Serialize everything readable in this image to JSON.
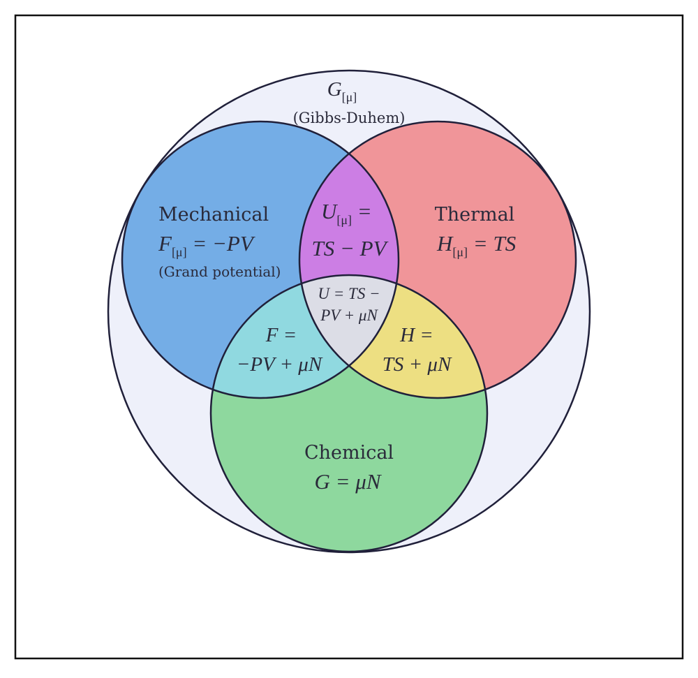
{
  "colors": {
    "outer": "#eef0fa",
    "mechanical": "#74ade6",
    "thermal": "#f09599",
    "chemical": "#8ed89e",
    "mech_thermal": "#cc7ee4",
    "mech_chem": "#90d9e0",
    "thermal_chem": "#eddf82",
    "center": "#dcdde6",
    "stroke": "#20203a"
  },
  "outer": {
    "symbol": "G",
    "subscript": "[μ]",
    "note": "(Gibbs-Duhem)"
  },
  "mechanical": {
    "title": "Mechanical",
    "symbol": "F",
    "subscript": "[μ]",
    "rhs": " = −PV",
    "note": "(Grand potential)"
  },
  "thermal": {
    "title": "Thermal",
    "symbol": "H",
    "subscript": "[μ]",
    "rhs": " = TS"
  },
  "chemical": {
    "title": "Chemical",
    "equation": "G = μN"
  },
  "mech_thermal": {
    "symbol": "U",
    "subscript": "[μ]",
    "rhs": " =",
    "line2": "TS − PV"
  },
  "mech_chem": {
    "line1": "F =",
    "line2": "−PV + μN"
  },
  "thermal_chem": {
    "line1": "H =",
    "line2": "TS + μN"
  },
  "center": {
    "line1": "U = TS −",
    "line2": "PV + μN"
  }
}
